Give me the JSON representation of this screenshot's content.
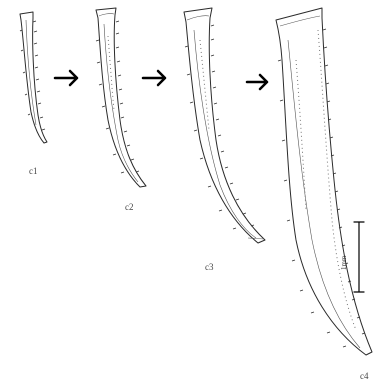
{
  "stages": [
    {
      "id": "s1",
      "label": "c1"
    },
    {
      "id": "s2",
      "label": "c2"
    },
    {
      "id": "s3",
      "label": "c3"
    },
    {
      "id": "s4",
      "label": "c4"
    }
  ],
  "scale_bar": {
    "label": "1mm"
  },
  "arrow_count": 3
}
